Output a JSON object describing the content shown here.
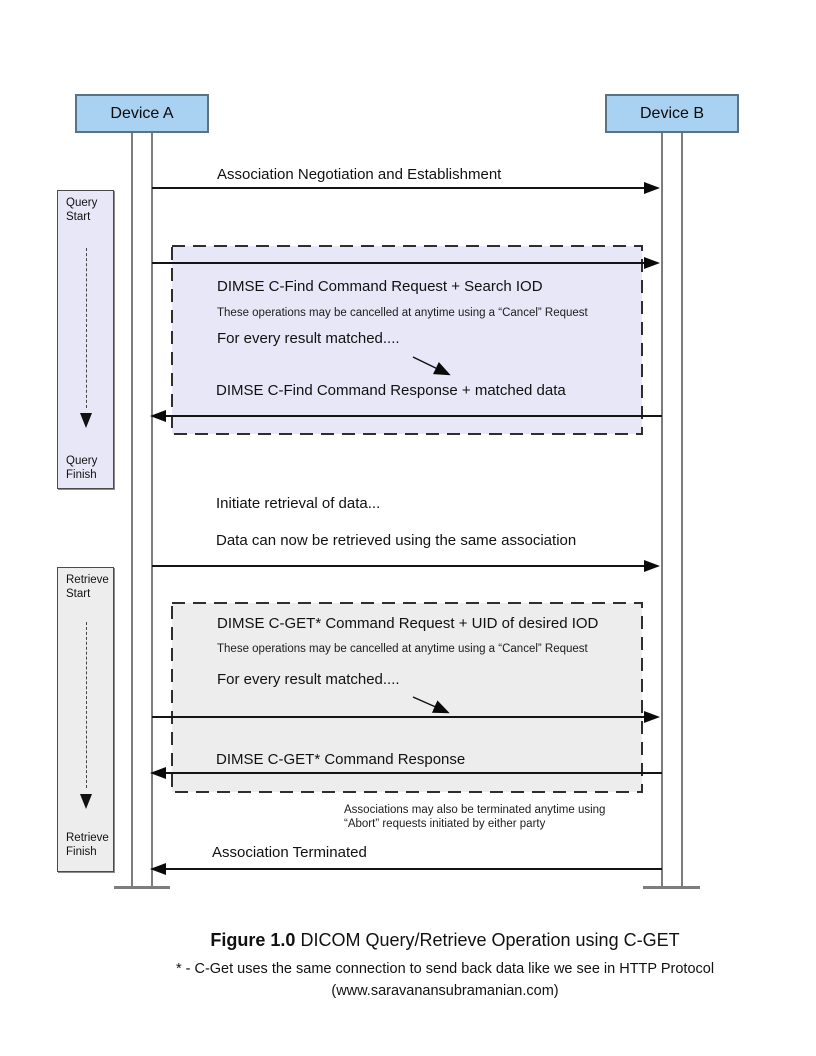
{
  "page": {
    "actors": {
      "a": "Device A",
      "b": "Device B"
    },
    "messages": {
      "negotiation": "Association Negotiation and Establishment",
      "initiate": "Initiate retrieval of data...",
      "same_association": "Data can now be retrieved using the same association",
      "terminated": "Association Terminated"
    },
    "query": {
      "start": "Query Start",
      "finish": "Query Finish",
      "request": "DIMSE C-Find Command Request + Search IOD",
      "cancel_note": "These operations may be cancelled at anytime using a “Cancel” Request",
      "loop_note": "For every result matched....",
      "response": "DIMSE C-Find Command Response + matched data"
    },
    "retrieve": {
      "start": "Retrieve Start",
      "finish": "Retrieve Finish",
      "request": "DIMSE C-GET* Command Request + UID of desired IOD",
      "cancel_note": "These operations may be cancelled at anytime using a “Cancel” Request",
      "loop_note": "For every result matched....",
      "response": "DIMSE C-GET* Command Response"
    },
    "abort_note": {
      "line1": "Associations may also be terminated anytime using",
      "line2": "“Abort” requests initiated by either party"
    },
    "caption": {
      "bold": "Figure 1.0",
      "rest": " DICOM Query/Retrieve Operation using C-GET"
    },
    "footnote": {
      "line1": "* - C-Get uses the same connection to send back data like we see in HTTP Protocol",
      "line2": "(www.saravanansubramanian.com)"
    },
    "colors": {
      "actor_fill": "#a9d1f1",
      "lavender_fill": "#e7e7f8",
      "gray_fill": "#ededed",
      "lifeline": "#7d7d7d"
    }
  }
}
